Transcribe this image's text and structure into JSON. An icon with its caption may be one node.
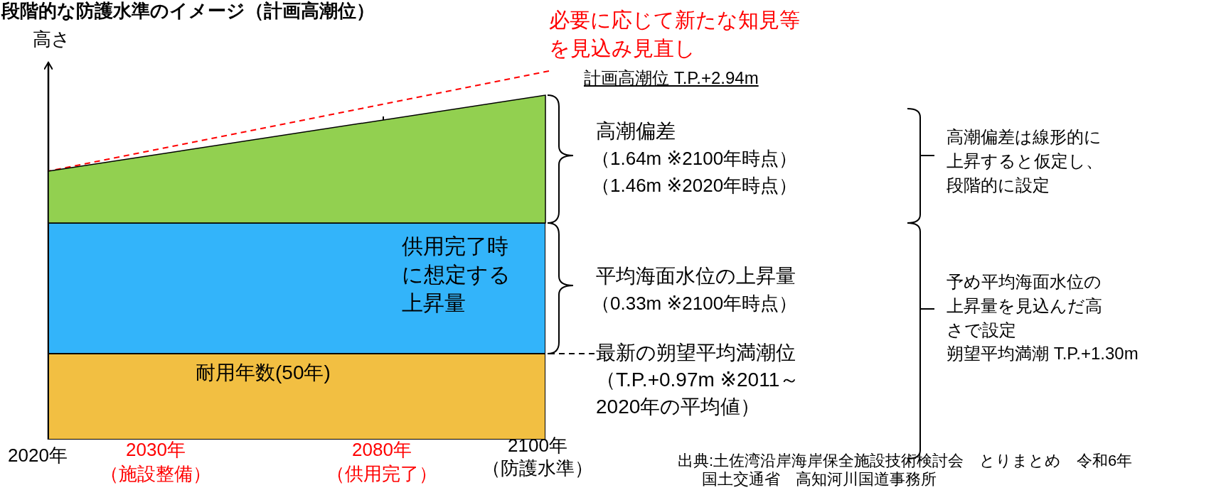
{
  "diagram": {
    "title": "段階的な防護水準のイメージ（計画高潮位）",
    "nodes": [
      {
        "text": [],
        "shape": "band"
      },
      {
        "text": [
          "供用完了時に想定する上昇量"
        ]
      },
      {
        "text": [
          "耐用年数(50年)"
        ]
      },
      {
        "text": [
          "必要に応じて新たな知見等を見込み見直し"
        ]
      },
      {
        "text": [
          "最新の朔望平均満潮位",
          "（T.P.+0.97m ※2011～2020年の平均値）"
        ]
      }
    ],
    "edges": [
      {
        "from": 3,
        "to": 0,
        "arrow": "none",
        "style": "dashed",
        "color": "#ff0000"
      },
      {
        "from": 4,
        "to": 2,
        "arrow": "none",
        "style": "dashed",
        "color": "#000000"
      }
    ],
    "labels": [
      "高さ",
      "計画高潮位 T.P.+2.94m",
      "高潮偏差",
      "（1.64m ※2100年時点）",
      "（1.46m ※2020年時点）",
      "高潮偏差は線形的に上昇すると仮定し、段階的に設定",
      "平均海面水位の上昇量",
      "（0.33m ※2100年時点）",
      "予め平均海面水位の上昇量を見込んだ高さで設定",
      "朔望平均満潮 T.P.+1.30m",
      "2020年",
      "2030年",
      "（施設整備）",
      "2080年",
      "（供用完了）",
      "2100年",
      "（防護水準）",
      "出典:土佐湾沿岸海岸保全施設技術検討会　とりまとめ　令和6年",
      "国土交通省　高知河川国道事務所"
    ]
  }
}
